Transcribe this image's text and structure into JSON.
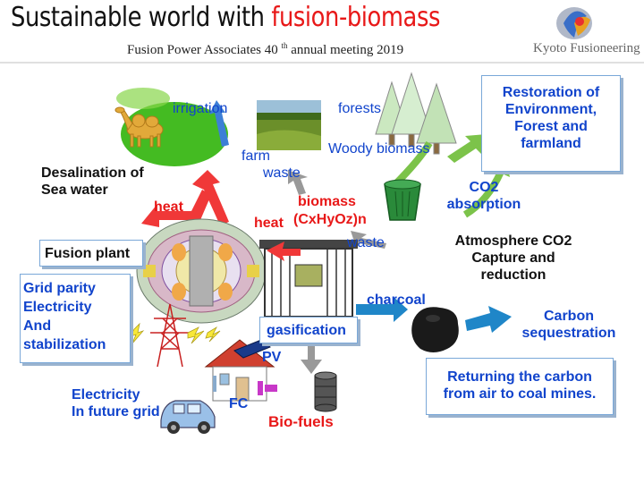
{
  "title": {
    "part1": "Sustainable world with ",
    "part2": "fusion-biomass"
  },
  "subtitle": {
    "org": "Fusion Power Associates 40",
    "sup": "th",
    "rest": " annual meeting 2019"
  },
  "logo": {
    "text": "Kyoto Fusioneering",
    "icon": "kyoto-fusioneering-logo"
  },
  "labels": {
    "irrigation": "irrigation",
    "forests": "forests",
    "woody_biomass": "Woody biomass",
    "farm_waste_1": "farm",
    "farm_waste_2": "waste",
    "restoration": "Restoration of\nEnvironment,\nForest and\nfarmland",
    "desalination": "Desalination of\nSea water",
    "heat1": "heat",
    "heat2": "heat",
    "biomass_1": "biomass",
    "biomass_2": "(CxHyOz)n",
    "waste": "waste",
    "co2_absorption": "CO2\nabsorption",
    "fusion_plant": "Fusion plant",
    "atmosphere": "Atmosphere CO2\nCapture and\nreduction",
    "grid_parity": "Grid parity\nElectricity\nAnd\nstabilization",
    "charcoal": "charcoal",
    "gasification": "gasification",
    "carbon_sequestration": "Carbon\nsequestration",
    "pv": "PV",
    "returning": "Returning the carbon\nfrom air to coal mines.",
    "electricity": "Electricity\nIn future grid",
    "fc": "FC",
    "bio_fuels": "Bio-fuels"
  },
  "colors": {
    "red": "#e81818",
    "green": "#22aa44",
    "blue": "#1144cc",
    "title_black": "#111111",
    "box_border": "#7aa8d8",
    "arrow_blue": "#3d7fd6",
    "arrow_red": "#f03838",
    "arrow_green": "#7cc34a"
  }
}
